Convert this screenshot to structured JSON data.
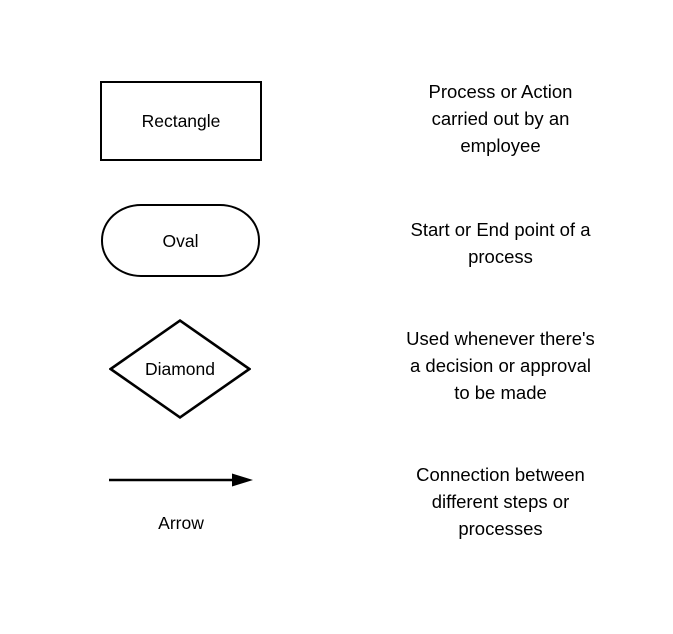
{
  "page": {
    "background": "#ffffff",
    "stroke_color": "#000000",
    "text_color": "#000000"
  },
  "legend": {
    "rows": [
      {
        "shape": "rectangle",
        "shape_icon": "rectangle-shape-icon",
        "label": "Rectangle",
        "description": "Process or Action\ncarried out by an\nemployee"
      },
      {
        "shape": "oval",
        "shape_icon": "oval-shape-icon",
        "label": "Oval",
        "description": "Start or End point of a\nprocess"
      },
      {
        "shape": "diamond",
        "shape_icon": "diamond-shape-icon",
        "label": "Diamond",
        "description": "Used whenever there's\na decision or approval\nto be made"
      },
      {
        "shape": "arrow",
        "shape_icon": "arrow-shape-icon",
        "label": "Arrow",
        "description": "Connection between\ndifferent steps or\nprocesses"
      }
    ]
  }
}
